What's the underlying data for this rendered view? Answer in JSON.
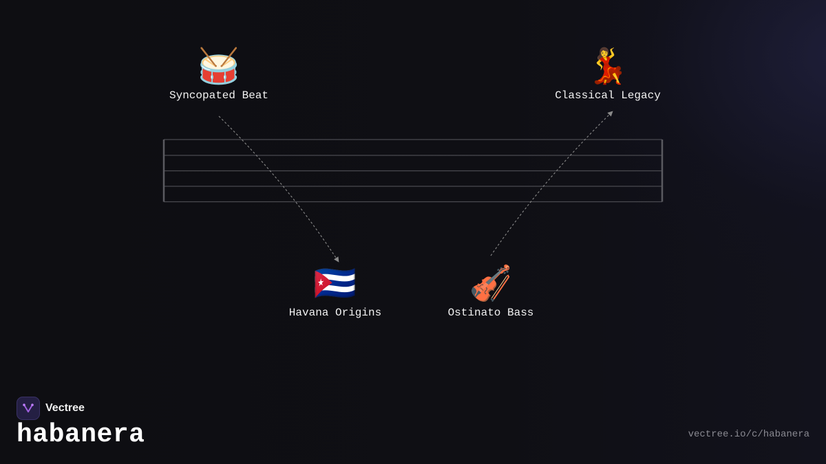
{
  "nodes": [
    {
      "id": "syncopated-beat",
      "emoji": "🥁",
      "label": "Syncopated Beat"
    },
    {
      "id": "classical-legacy",
      "emoji": "💃",
      "label": "Classical Legacy"
    },
    {
      "id": "havana-origins",
      "emoji": "🇨🇺",
      "label": "Havana Origins"
    },
    {
      "id": "ostinato-bass",
      "emoji": "🎻",
      "label": "Ostinato Bass"
    }
  ],
  "edges": [
    {
      "from": "syncopated-beat",
      "to": "havana-origins"
    },
    {
      "from": "ostinato-bass",
      "to": "classical-legacy"
    }
  ],
  "staff": {
    "line_count": 5
  },
  "brand": {
    "name": "Vectree",
    "logo_icon": "vectree-logo-icon"
  },
  "title": "habanera",
  "url": "vectree.io/c/habanera",
  "colors": {
    "background": "#0e0e12",
    "staff_line": "#4a4a50",
    "edge": "#8a8a8a",
    "text": "#ffffff",
    "url_text": "#8a8a92",
    "logo_bg": "#241f43",
    "logo_accent": "#a060e0"
  }
}
